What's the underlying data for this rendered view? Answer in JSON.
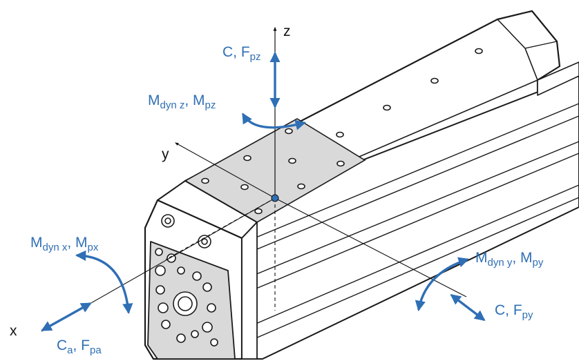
{
  "axes": {
    "x": "x",
    "y": "y",
    "z": "z"
  },
  "labels": {
    "c_fpz": {
      "main": "C, F",
      "sub": "pz"
    },
    "mdynz": {
      "m1": "M",
      "s1": "dyn z",
      "mid": ", M",
      "s2": "pz"
    },
    "mdynx": {
      "m1": "M",
      "s1": "dyn x",
      "mid": ", M",
      "s2": "px"
    },
    "mdyny": {
      "m1": "M",
      "s1": "dyn y",
      "mid": ", M",
      "s2": "py"
    },
    "c_fpy": {
      "main": "C, F",
      "sub": "py"
    },
    "ca_fpa": {
      "m1": "C",
      "s1": "a",
      "mid": ", F",
      "s2": "pa"
    }
  },
  "colors": {
    "accent": "#2f6fb5",
    "outline": "#1a1a1a",
    "plate": "#d9d9d9",
    "body": "#ffffff"
  }
}
